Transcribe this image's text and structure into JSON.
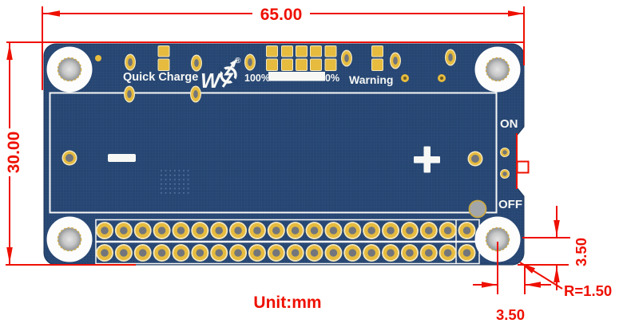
{
  "meta": {
    "unit_label": "Unit:mm"
  },
  "dimensions": {
    "width": "65.00",
    "height": "30.00",
    "hole_offset_vertical": "3.50",
    "hole_offset_horizontal": "3.50",
    "corner_radius": "R=1.50"
  },
  "silkscreen": {
    "quick_charge": "Quick Charge",
    "logo_mark": "W",
    "registered": "®",
    "battery_full": "100%",
    "battery_empty": "0%",
    "warning": "Warning",
    "switch_on": "ON",
    "switch_off": "OFF",
    "battery_negative": "−",
    "battery_positive": "+"
  },
  "colors": {
    "board": "#264572",
    "dimension_red": "#ee1000",
    "pad_gold": "#e6bb3e",
    "pad_rim": "#f3e7bd",
    "pad_hole_gray": "#72767c",
    "silkscreen_white": "#f7f8f5"
  }
}
